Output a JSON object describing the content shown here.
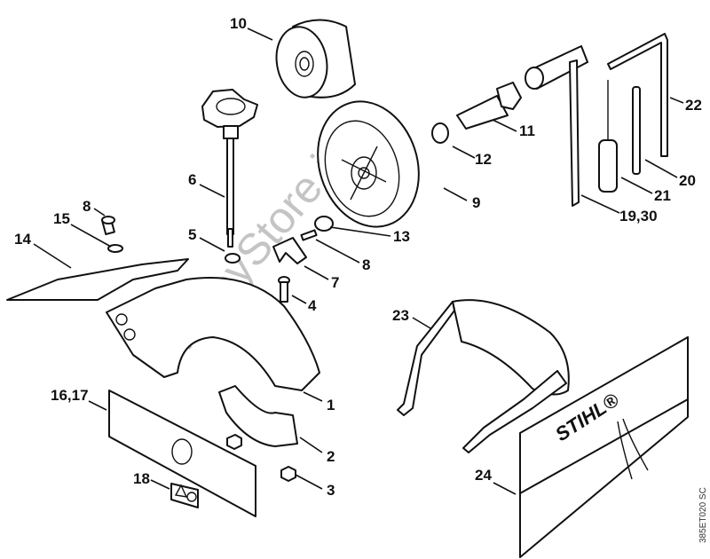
{
  "diagram": {
    "title_code": "385ET020 SC",
    "watermark": "HobbyStore.it",
    "brand_logo": "STIHL®",
    "callouts": [
      {
        "id": "c10",
        "text": "10"
      },
      {
        "id": "c6",
        "text": "6"
      },
      {
        "id": "c5",
        "text": "5"
      },
      {
        "id": "c8a",
        "text": "8"
      },
      {
        "id": "c15",
        "text": "15"
      },
      {
        "id": "c14",
        "text": "14"
      },
      {
        "id": "c11",
        "text": "11"
      },
      {
        "id": "c12",
        "text": "12"
      },
      {
        "id": "c9",
        "text": "9"
      },
      {
        "id": "c13",
        "text": "13"
      },
      {
        "id": "c8b",
        "text": "8"
      },
      {
        "id": "c7",
        "text": "7"
      },
      {
        "id": "c4",
        "text": "4"
      },
      {
        "id": "c22",
        "text": "22"
      },
      {
        "id": "c20",
        "text": "20"
      },
      {
        "id": "c21",
        "text": "21"
      },
      {
        "id": "c1930",
        "text": "19,30"
      },
      {
        "id": "c23",
        "text": "23"
      },
      {
        "id": "c1617",
        "text": "16,17"
      },
      {
        "id": "c1",
        "text": "1"
      },
      {
        "id": "c2",
        "text": "2"
      },
      {
        "id": "c3",
        "text": "3"
      },
      {
        "id": "c18",
        "text": "18"
      },
      {
        "id": "c24",
        "text": "24"
      }
    ]
  }
}
